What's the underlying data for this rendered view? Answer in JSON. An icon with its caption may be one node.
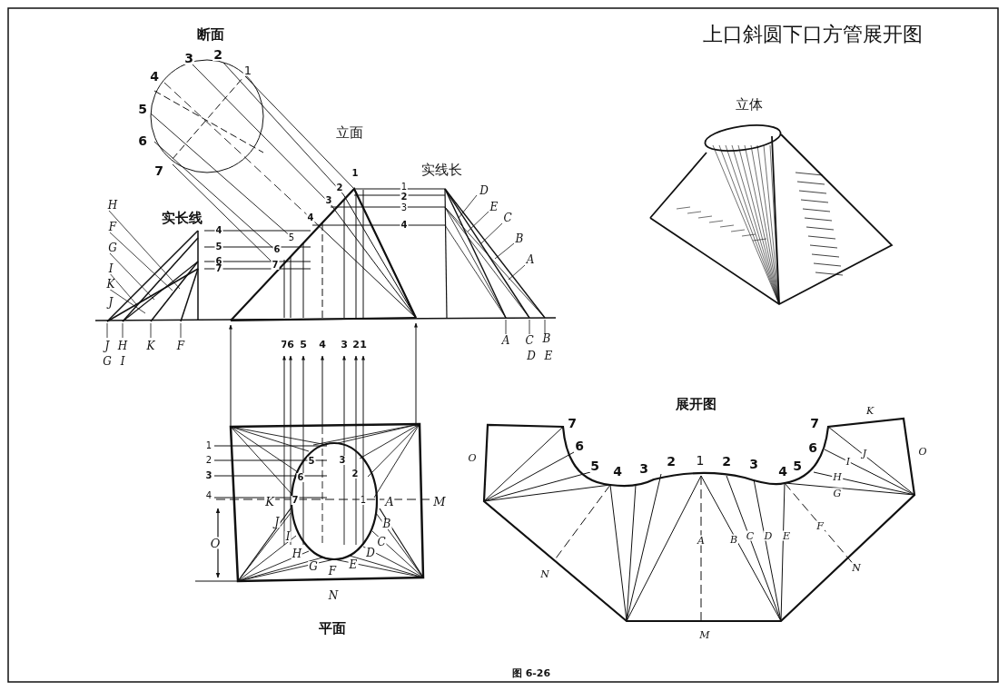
{
  "diagram": {
    "title": "上口斜圆下口方管展开图",
    "caption": "图 6-26",
    "labels": [
      "断面",
      "3",
      "2",
      "1",
      "4",
      "5",
      "6",
      "7",
      "立面",
      "实线长",
      "1",
      "2",
      "3",
      "4",
      "5",
      "6",
      "7",
      "1",
      "2",
      "3",
      "4",
      "D",
      "E",
      "C",
      "B",
      "A",
      "H",
      "实长线",
      "F",
      "G",
      "I",
      "K",
      "J",
      "4",
      "5",
      "6",
      "7",
      "J",
      "H",
      "K",
      "F",
      "G",
      "I",
      "A",
      "C",
      "B",
      "D",
      "E",
      "7",
      "6",
      "5",
      "4",
      "3",
      "2",
      "1",
      "1",
      "2",
      "5",
      "3",
      "3",
      "6",
      "2",
      "4",
      "K",
      "7",
      "1",
      "A",
      "M",
      "J",
      "B",
      "O",
      "I",
      "C",
      "H",
      "D",
      "G",
      "E",
      "F",
      "N",
      "平面",
      "立体",
      "展开图",
      "7",
      "6",
      "5",
      "4",
      "3",
      "2",
      "1",
      "2",
      "3",
      "4",
      "5",
      "6",
      "7",
      "K",
      "O",
      "J",
      "O",
      "I",
      "H",
      "G",
      "A",
      "B",
      "C",
      "D",
      "E",
      "F",
      "N",
      "N",
      "M"
    ]
  }
}
